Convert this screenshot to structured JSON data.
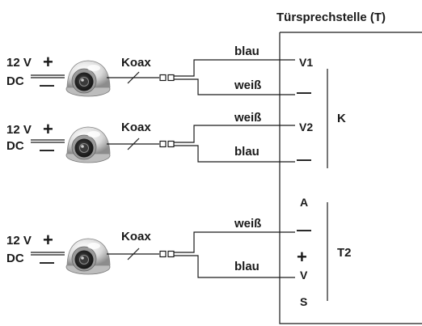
{
  "station": {
    "title": "Türsprechstelle (T)",
    "terminals": [
      "V1",
      "—",
      "V2",
      "—",
      "A",
      "—",
      "+",
      "V",
      "S"
    ],
    "groups": [
      "K",
      "T2"
    ]
  },
  "cameras": [
    {
      "power_label": "12 V",
      "dc_label": "DC",
      "plus": "+",
      "minus": "—",
      "cable_label": "Koax",
      "wire_top": "blau",
      "wire_bottom": "weiß"
    },
    {
      "power_label": "12 V",
      "dc_label": "DC",
      "plus": "+",
      "minus": "—",
      "cable_label": "Koax",
      "wire_top": "weiß",
      "wire_bottom": "blau"
    },
    {
      "power_label": "12 V",
      "dc_label": "DC",
      "plus": "+",
      "minus": "—",
      "cable_label": "Koax",
      "wire_top": "weiß",
      "wire_bottom": "blau"
    }
  ]
}
